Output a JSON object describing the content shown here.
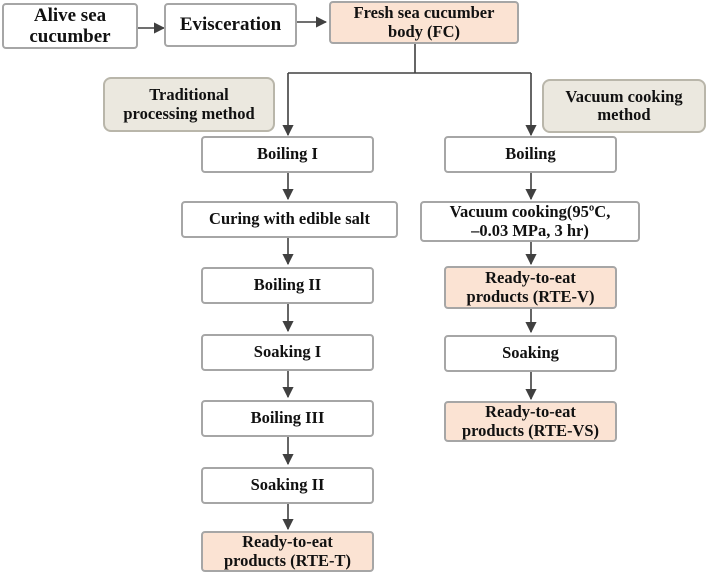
{
  "top_row": {
    "alive": "Alive sea\ncucumber",
    "evisceration": "Evisceration",
    "fresh": "Fresh sea cucumber\nbody (FC)"
  },
  "methods": {
    "traditional": "Traditional\nprocessing method",
    "vacuum": "Vacuum  cooking\nmethod"
  },
  "traditional_steps": {
    "boiling_1": "Boiling I",
    "curing": "Curing with edible salt",
    "boiling_2": "Boiling II",
    "soaking_1": "Soaking I",
    "boiling_3": "Boiling III",
    "soaking_2": "Soaking II",
    "product": "Ready-to-eat\nproducts (RTE-T)"
  },
  "vacuum_steps": {
    "boiling": "Boiling",
    "vacuum_cooking": "Vacuum cooking(95ºC,\n–0.03 MPa, 3 hr)",
    "product_v": "Ready-to-eat\nproducts (RTE-V)",
    "soaking": "Soaking",
    "product_vs": "Ready-to-eat\nproducts (RTE-VS)"
  },
  "colors": {
    "box_border": "#a6a6a6",
    "product_fill": "#fbe3d3",
    "method_fill": "#ebe8df",
    "arrow": "#404040"
  }
}
